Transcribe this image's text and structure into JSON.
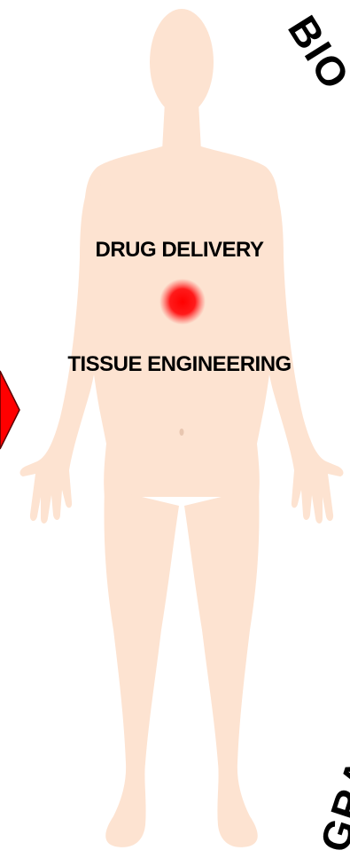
{
  "labels": {
    "drug_delivery": "DRUG DELIVERY",
    "tissue_engineering": "TISSUE ENGINEERING"
  },
  "edge_text": {
    "top_right": "BIO",
    "bottom_right": "GRA"
  },
  "colors": {
    "body_fill": "#fde3d1",
    "hotspot": "#ff1a1a",
    "arrow_left": "#ff0000"
  }
}
